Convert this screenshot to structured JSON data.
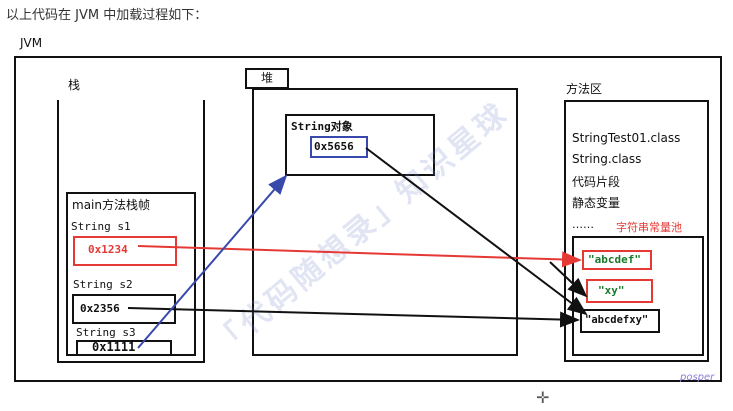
{
  "caption": "以上代码在 JVM 中加载过程如下：",
  "jvm_label": "JVM",
  "stack": {
    "title": "栈",
    "frame_title": "main方法栈帧",
    "vars": [
      {
        "name": "String s1",
        "value": "0x1234"
      },
      {
        "name": "String s2",
        "value": "0x2356"
      },
      {
        "name": "String s3",
        "value": "0x1111"
      }
    ]
  },
  "heap": {
    "title": "堆",
    "object_title": "String对象",
    "object_address": "0x5656"
  },
  "method_area": {
    "title": "方法区",
    "items": [
      "StringTest01.class",
      "String.class",
      "代码片段",
      "静态变量"
    ],
    "pool_dots": "……",
    "pool_title": "字符串常量池",
    "pool_entries": [
      "\"abcdef\"",
      "\"xy\"",
      "\"abcdefxy\""
    ]
  },
  "watermark": "「代码随想录」知识星球",
  "signature": "posper",
  "colors": {
    "red": "#e53935",
    "blue": "#3949ab",
    "black": "#111111",
    "green": "#1b7a2a"
  }
}
